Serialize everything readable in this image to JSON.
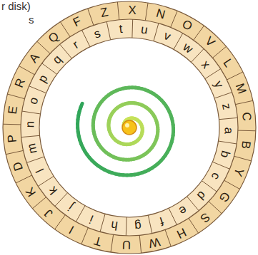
{
  "diagram": {
    "labels": [
      "r disk)",
      "s",
      "Q",
      "F",
      "Z",
      "X",
      "N",
      "O",
      "V",
      "L",
      "M",
      "C",
      "B",
      "Y",
      "G",
      "S",
      "H",
      "W",
      "U",
      "T",
      "I",
      "J",
      "K",
      "D",
      "P",
      "E",
      "R",
      "A",
      "s",
      "t",
      "u",
      "v",
      "w",
      "x",
      "y",
      "z",
      "a",
      "b",
      "c",
      "d",
      "e",
      "f",
      "g",
      "h",
      "i",
      "j",
      "k",
      "l",
      "m",
      "n",
      "o",
      "p",
      "q",
      "r"
    ]
  }
}
